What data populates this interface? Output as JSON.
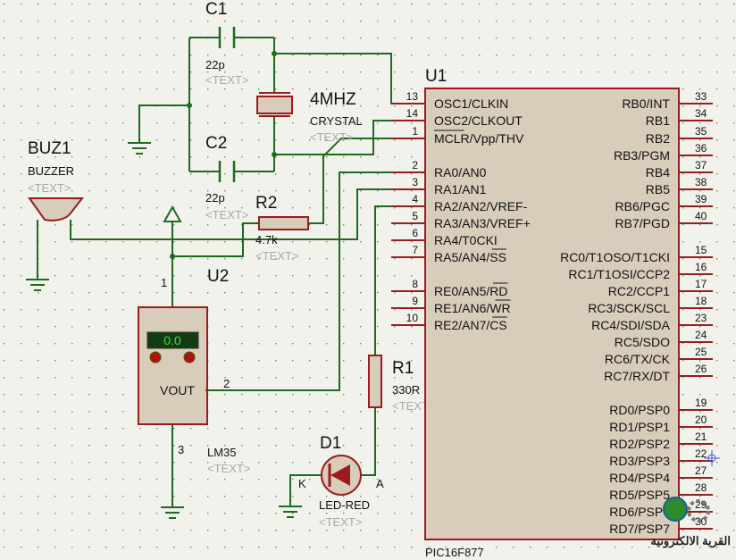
{
  "colors": {
    "background": "#f2f2ec",
    "grid_dot": "#7a7a7a",
    "wire": "#1e6b1e",
    "component": "#9b1c1c",
    "component_fill": "#d8cdbb",
    "label": "#111111",
    "placeholder": "#a8a8a8",
    "lcd": "#123d12",
    "lcd_text": "#44d844"
  },
  "capacitor_c1": {
    "ref": "C1",
    "value": "22p",
    "text": "<TEXT>"
  },
  "capacitor_c2": {
    "ref": "C2",
    "value": "22p",
    "text": "<TEXT>"
  },
  "crystal": {
    "value": "4MHZ",
    "type": "CRYSTAL",
    "text": "<TEXT>"
  },
  "buzzer": {
    "ref": "BUZ1",
    "type": "BUZZER",
    "text": "<TEXT>"
  },
  "resistor_r2": {
    "ref": "R2",
    "value": "4.7k",
    "text": "<TEXT>"
  },
  "resistor_r1": {
    "ref": "R1",
    "value": "330R",
    "text": "<TEXT>"
  },
  "sensor_u2": {
    "ref": "U2",
    "type": "LM35",
    "text": "<TEXT>",
    "display": "0.0",
    "vout_label": "VOUT",
    "pin_vcc": "1",
    "pin_vout": "2",
    "pin_gnd": "3"
  },
  "led_d1": {
    "ref": "D1",
    "type": "LED-RED",
    "text": "<TEXT>",
    "k_label": "K",
    "a_label": "A"
  },
  "mcu": {
    "ref": "U1",
    "part": "PIC16F877",
    "left_pins": [
      {
        "num": "13",
        "name": "OSC1/CLKIN"
      },
      {
        "num": "14",
        "name": "OSC2/CLKOUT"
      },
      {
        "num": "1",
        "name": "MCLR/Vpp/THV"
      },
      {
        "num": "2",
        "name": "RA0/AN0"
      },
      {
        "num": "3",
        "name": "RA1/AN1"
      },
      {
        "num": "4",
        "name": "RA2/AN2/VREF-"
      },
      {
        "num": "5",
        "name": "RA3/AN3/VREF+"
      },
      {
        "num": "6",
        "name": "RA4/T0CKI"
      },
      {
        "num": "7",
        "name": "RA5/AN4/SS"
      },
      {
        "num": "8",
        "name": "RE0/AN5/RD"
      },
      {
        "num": "9",
        "name": "RE1/AN6/WR"
      },
      {
        "num": "10",
        "name": "RE2/AN7/CS"
      }
    ],
    "right_pins": [
      {
        "num": "33",
        "name": "RB0/INT"
      },
      {
        "num": "34",
        "name": "RB1"
      },
      {
        "num": "35",
        "name": "RB2"
      },
      {
        "num": "36",
        "name": "RB3/PGM"
      },
      {
        "num": "37",
        "name": "RB4"
      },
      {
        "num": "38",
        "name": "RB5"
      },
      {
        "num": "39",
        "name": "RB6/PGC"
      },
      {
        "num": "40",
        "name": "RB7/PGD"
      },
      {
        "num": "15",
        "name": "RC0/T1OSO/T1CKI"
      },
      {
        "num": "16",
        "name": "RC1/T1OSI/CCP2"
      },
      {
        "num": "17",
        "name": "RC2/CCP1"
      },
      {
        "num": "18",
        "name": "RC3/SCK/SCL"
      },
      {
        "num": "23",
        "name": "RC4/SDI/SDA"
      },
      {
        "num": "24",
        "name": "RC5/SDO"
      },
      {
        "num": "25",
        "name": "RC6/TX/CK"
      },
      {
        "num": "26",
        "name": "RC7/RX/DT"
      },
      {
        "num": "19",
        "name": "RD0/PSP0"
      },
      {
        "num": "20",
        "name": "RD1/PSP1"
      },
      {
        "num": "21",
        "name": "RD2/PSP2"
      },
      {
        "num": "22",
        "name": "RD3/PSP3"
      },
      {
        "num": "27",
        "name": "RD4/PSP4"
      },
      {
        "num": "28",
        "name": "RD5/PSP5"
      },
      {
        "num": "29",
        "name": "RD6/PSP6"
      },
      {
        "num": "30",
        "name": "RD7/PSP7"
      }
    ]
  },
  "watermark": {
    "text": "القرية الالكترونية"
  }
}
